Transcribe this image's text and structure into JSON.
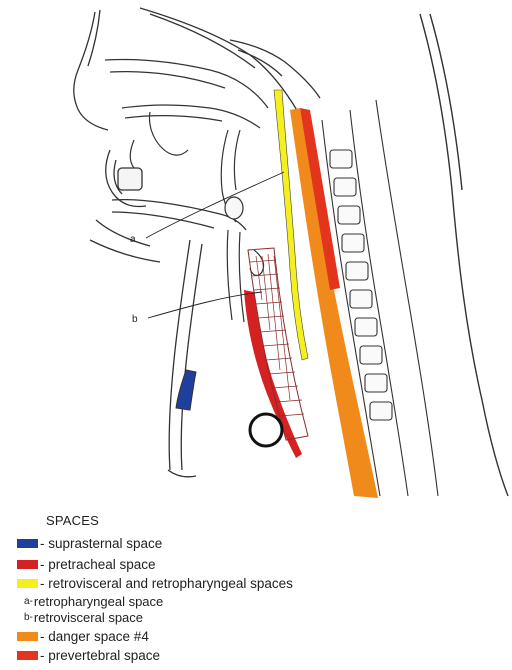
{
  "diagram": {
    "labels": {
      "a": "a",
      "b": "b"
    },
    "colors": {
      "suprasternal": "#1f3f9e",
      "pretracheal": "#d42222",
      "retrovisceral": "#f6ef1e",
      "danger": "#f08a1a",
      "prevertebral": "#e3341d",
      "outline": "#333333"
    }
  },
  "legend": {
    "title": "SPACES",
    "items": [
      {
        "text": "- suprasternal space",
        "color": "#1f3f9e"
      },
      {
        "text": "- pretracheal space",
        "color": "#d42222"
      },
      {
        "text": "- retrovisceral and retropharyngeal spaces",
        "color": "#f6ef1e"
      },
      {
        "letter": "a-",
        "text": "retropharyngeal space"
      },
      {
        "letter": "b-",
        "text": "retrovisceral space"
      },
      {
        "text": "- danger space #4",
        "color": "#f08a1a"
      },
      {
        "text": "- prevertebral space",
        "color": "#e3341d"
      }
    ]
  }
}
